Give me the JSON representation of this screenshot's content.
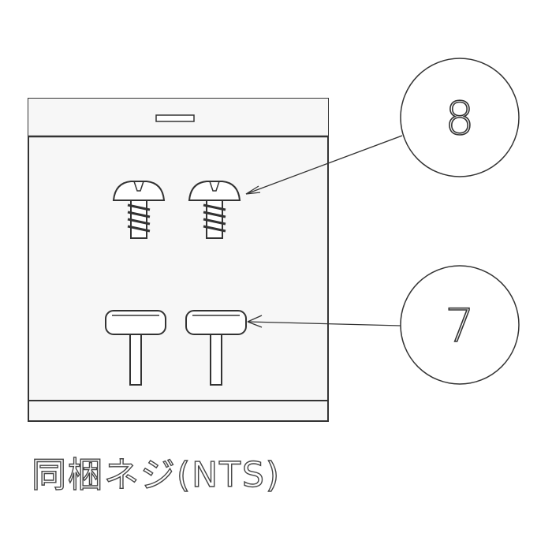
{
  "callouts": [
    {
      "number": "8",
      "target": "pan-head-screw"
    },
    {
      "number": "7",
      "target": "flat-head-screw"
    }
  ],
  "caption": "同梱ネジ(NTS)"
}
